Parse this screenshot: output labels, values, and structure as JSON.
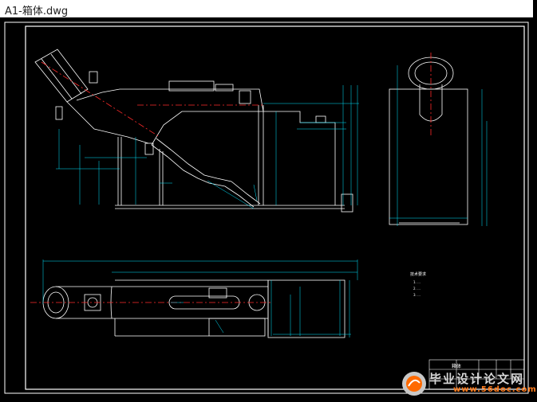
{
  "window": {
    "title": "A1-箱体.dwg"
  },
  "drawing": {
    "title_block_label": "箱体",
    "notes_heading": "技术要求",
    "notes": [
      "1. ...",
      "2. ...",
      "3. ..."
    ]
  },
  "watermark": {
    "title": "毕业设计论文网",
    "url": "www.56doc.com"
  },
  "colors": {
    "line": "#ffffff",
    "cyan": "#00e5ff",
    "red": "#ff2a2a",
    "yellow": "#ffff00",
    "green": "#00ff66"
  }
}
